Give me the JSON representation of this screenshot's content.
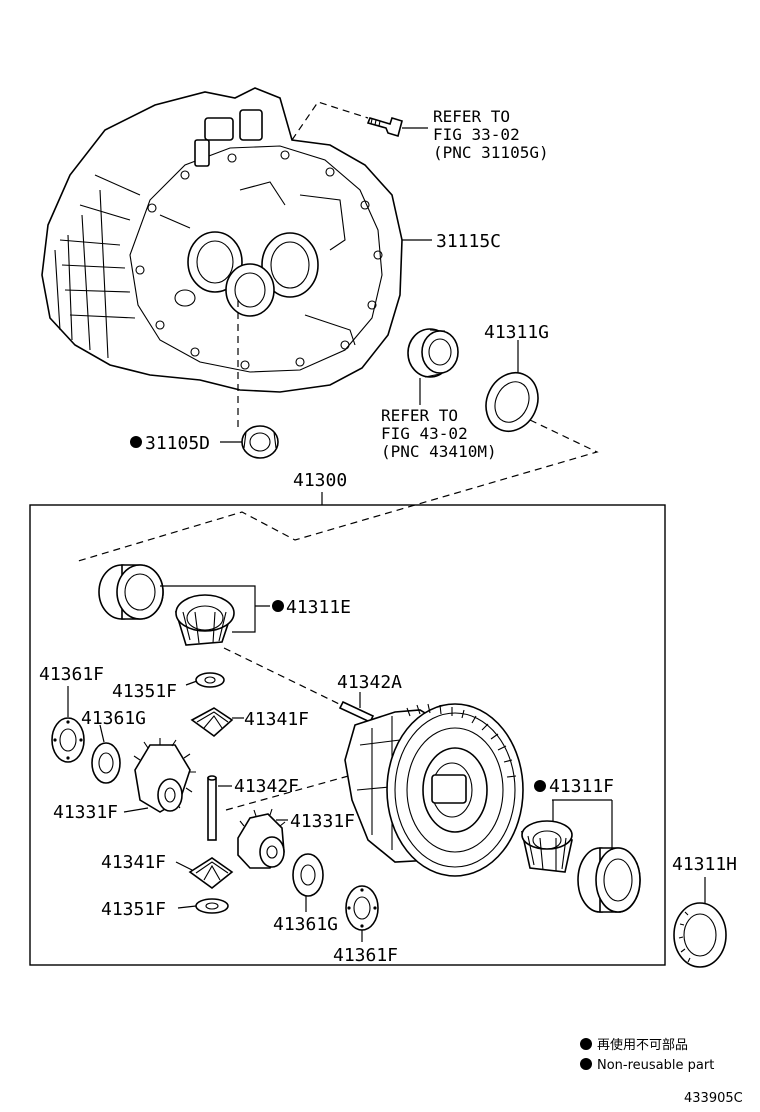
{
  "callouts": {
    "refer_fig_33": [
      "REFER TO",
      "FIG 33-02",
      "(PNC 31105G)"
    ],
    "refer_fig_43": [
      "REFER TO",
      "FIG 43-02",
      "(PNC 43410M)"
    ],
    "p31115C": "31115C",
    "p41311G": "41311G",
    "p31105D": "31105D",
    "p41300": "41300",
    "p41311E": "41311E",
    "p41361F_top": "41361F",
    "p41351F_top": "41351F",
    "p41361G_left": "41361G",
    "p41341F_top": "41341F",
    "p41342A": "41342A",
    "p41342F": "41342F",
    "p41331F_left": "41331F",
    "p41331F_mid": "41331F",
    "p41311F": "41311F",
    "p41311H": "41311H",
    "p41341F_bottom": "41341F",
    "p41351F_bottom": "41351F",
    "p41361G_bottom": "41361G",
    "p41361F_bottom": "41361F"
  },
  "legend": {
    "line1": "再使用不可部品",
    "line2": "Non-reusable part"
  },
  "figure_id": "433905C"
}
